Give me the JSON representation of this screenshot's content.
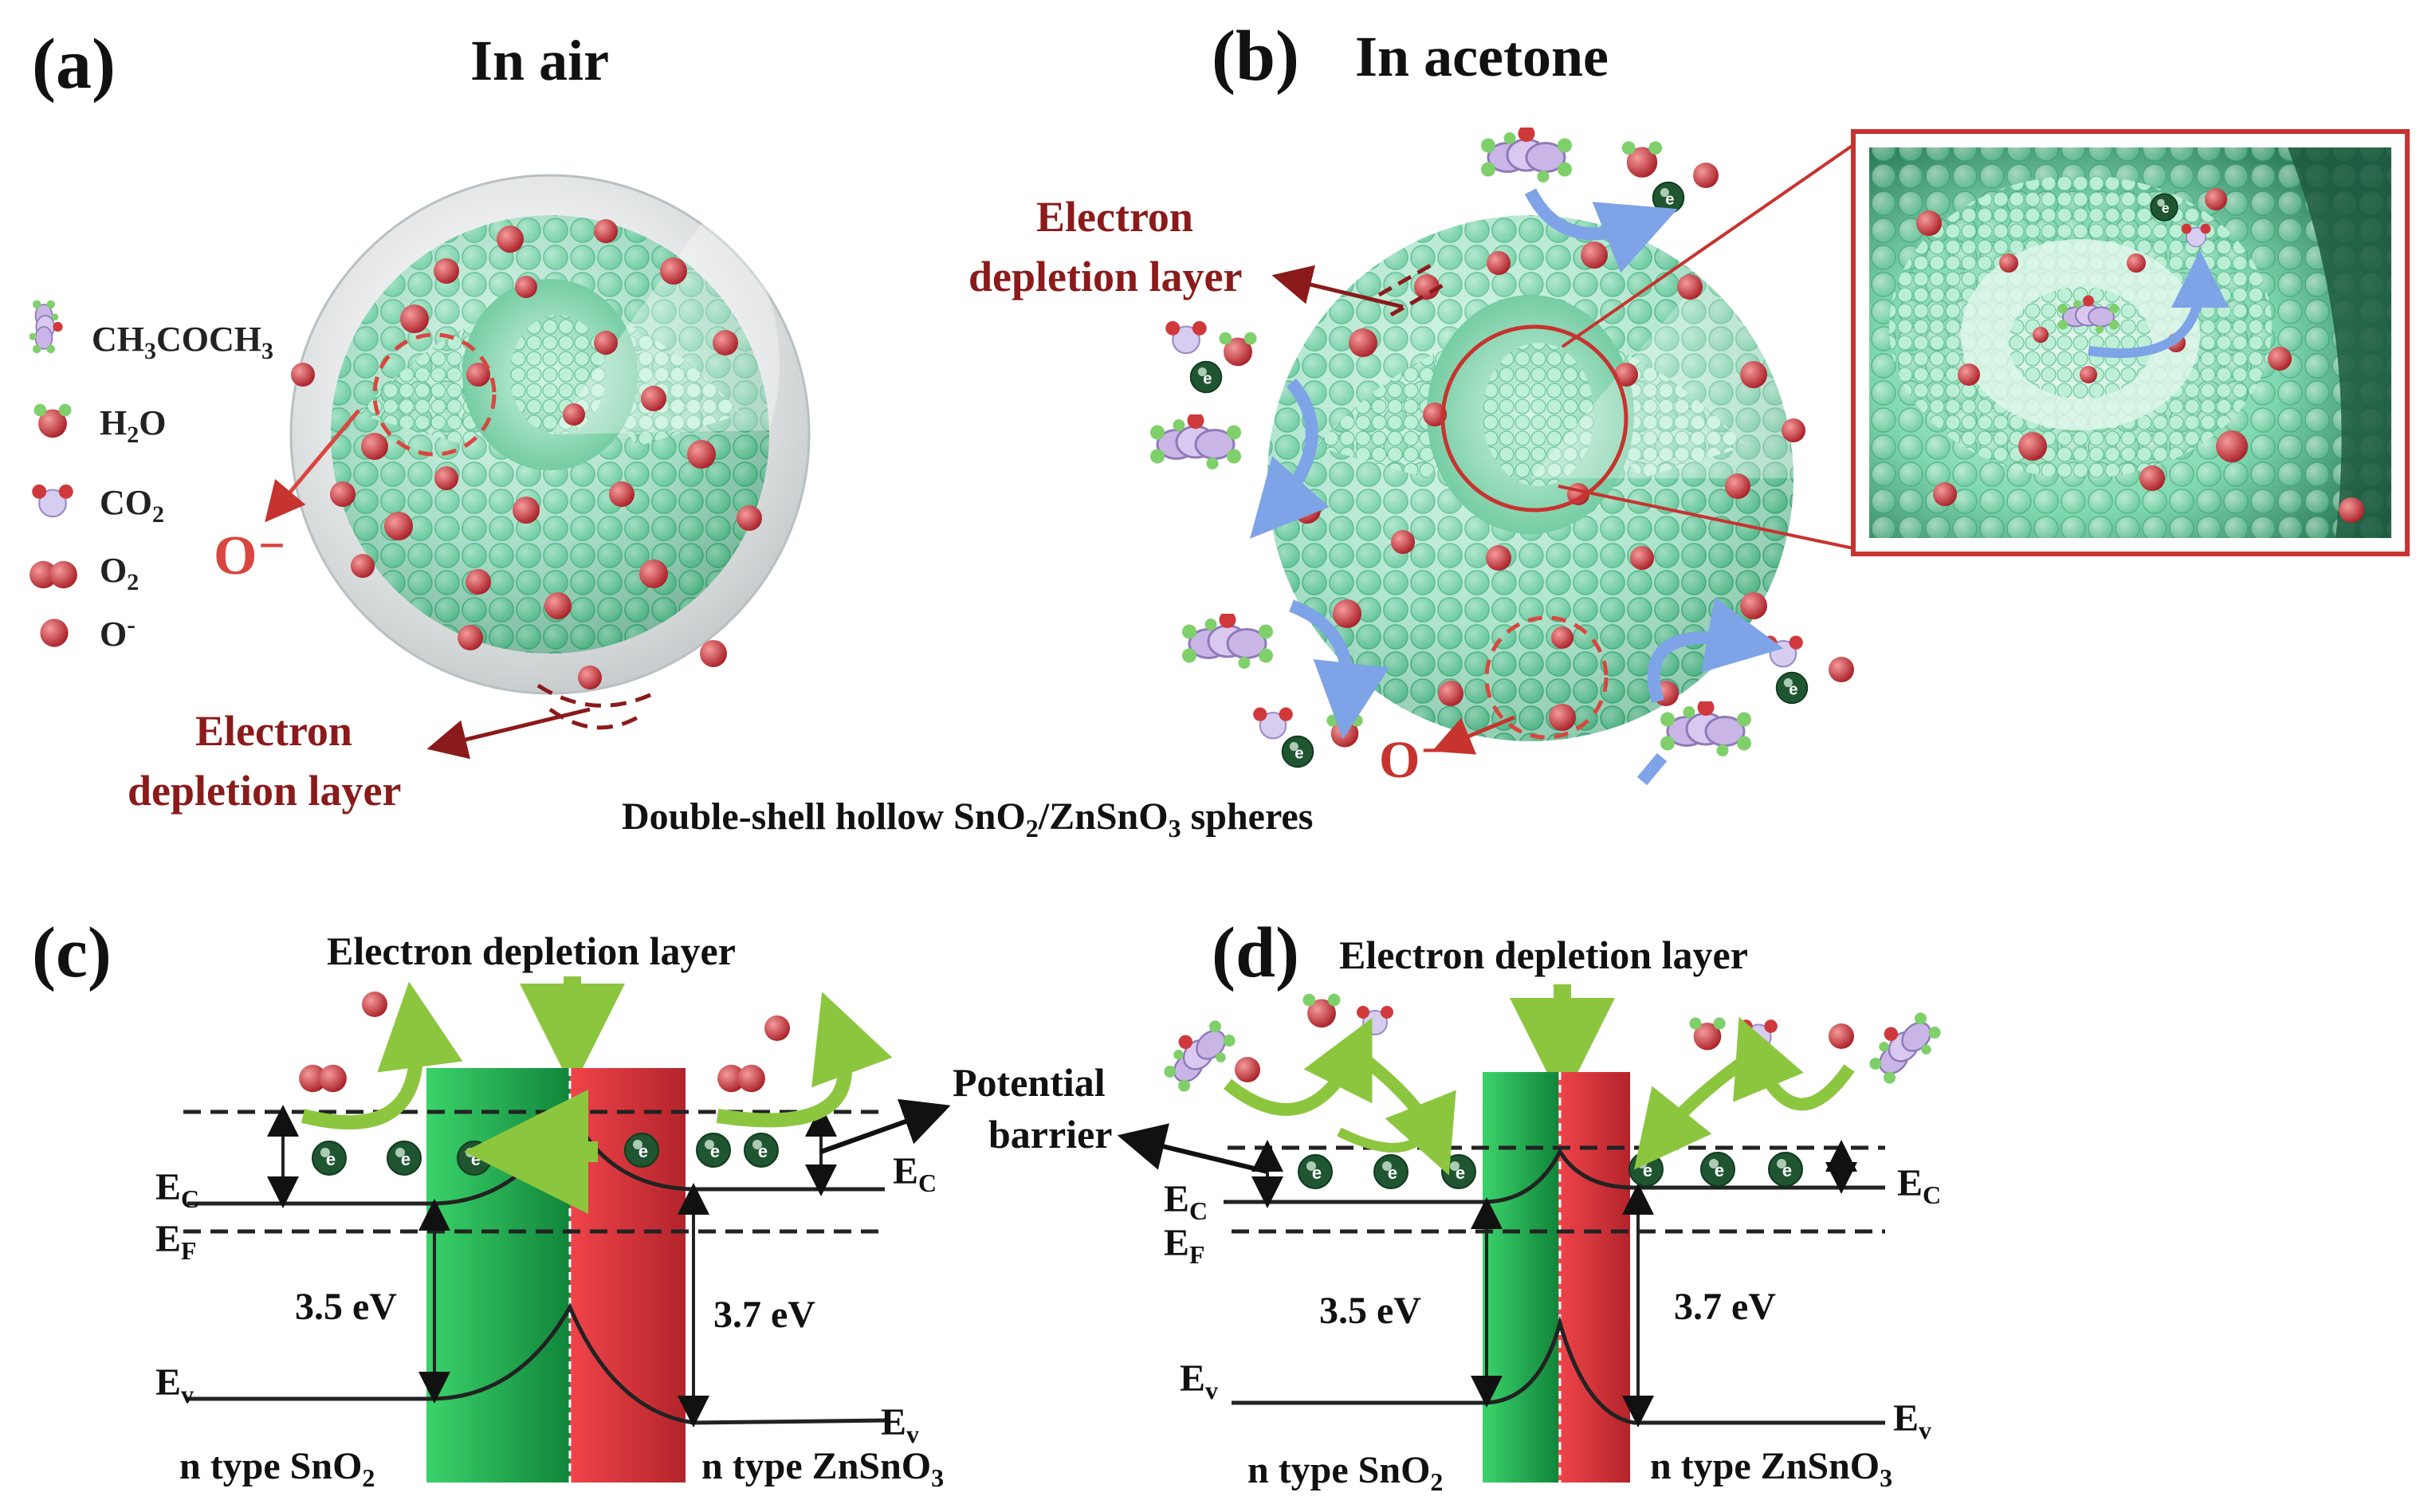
{
  "panels": {
    "a": {
      "label": "(a)",
      "title": "In air",
      "ion": "O⁻",
      "depletion_line1": "Electron",
      "depletion_line2": "depletion layer"
    },
    "b": {
      "label": "(b)",
      "title": "In acetone",
      "ion": "O⁻",
      "depletion_line1": "Electron",
      "depletion_line2": "depletion layer"
    },
    "c": {
      "label": "(c)",
      "title": "Electron depletion layer",
      "ec": "E",
      "ec_sub": "C",
      "ef": "E",
      "ef_sub": "F",
      "ev": "E",
      "ev_sub": "v",
      "gap_left": "3.5 eV",
      "gap_right": "3.7 eV",
      "left_material": "n type SnO",
      "left_sub": "2",
      "right_material": "n type ZnSnO",
      "right_sub": "3"
    },
    "d": {
      "label": "(d)",
      "title": "Electron depletion layer",
      "ec": "E",
      "ec_sub": "C",
      "ef": "E",
      "ef_sub": "F",
      "ev": "E",
      "ev_sub": "v",
      "gap_left": "3.5 eV",
      "gap_right": "3.7 eV",
      "left_material": "n type SnO",
      "left_sub": "2",
      "right_material": "n type ZnSnO",
      "right_sub": "3"
    }
  },
  "legend": [
    {
      "icon": "acetone-molecule-icon",
      "text": "CH",
      "sub1": "3",
      "text2": "COCH",
      "sub2": "3"
    },
    {
      "icon": "water-molecule-icon",
      "text": "H",
      "sub1": "2",
      "text2": "O"
    },
    {
      "icon": "co2-molecule-icon",
      "text": "CO",
      "sub1": "2"
    },
    {
      "icon": "oxygen-molecule-icon",
      "text": "O",
      "sub1": "2"
    },
    {
      "icon": "oxygen-ion-icon",
      "text": "O",
      "sup": "-"
    }
  ],
  "caption": {
    "text": "Double-shell hollow SnO",
    "sub1": "2",
    "text2": "/ZnSnO",
    "sub2": "3",
    "text3": " spheres"
  },
  "potential_barrier": {
    "line1": "Potential",
    "line2": "barrier"
  },
  "electron_symbol": "e⁻",
  "colors": {
    "sphere": "#6fd0a6",
    "sphere_dark": "#2e9a68",
    "oxygen": "#c8323a",
    "text_red": "#8b1a1a",
    "arrow_green": "#8cc63f",
    "arrow_blue": "#7ea3e6",
    "sno2_green": "#1fa84f",
    "znsno3_red": "#d9343a",
    "electron": "#1f5530"
  }
}
